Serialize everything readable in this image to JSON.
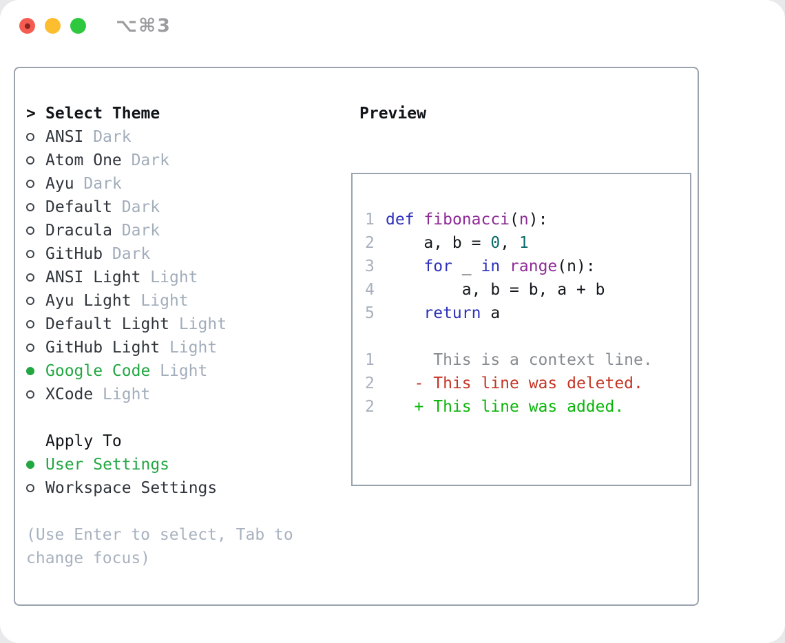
{
  "window": {
    "title": "⌥⌘3"
  },
  "colors": {
    "accent_green": "#23a743",
    "keyword": "#2d31ba",
    "function": "#8e2b96",
    "number": "#0e6b6b",
    "code_text": "#14171c",
    "line_number": "#a8b1bd",
    "context": "#878b8f",
    "deleted": "#c43425",
    "added": "#0ab50a",
    "traffic_red": "#f45c52",
    "traffic_red_dot": "#8e231b",
    "traffic_yellow": "#fcbd2f",
    "traffic_green": "#2dc83e"
  },
  "theme_panel": {
    "header": {
      "prefix": ">",
      "label": "Select Theme"
    },
    "items": [
      {
        "name": "ANSI",
        "variant": "Dark",
        "selected": false
      },
      {
        "name": "Atom One",
        "variant": "Dark",
        "selected": false
      },
      {
        "name": "Ayu",
        "variant": "Dark",
        "selected": false
      },
      {
        "name": "Default",
        "variant": "Dark",
        "selected": false
      },
      {
        "name": "Dracula",
        "variant": "Dark",
        "selected": false
      },
      {
        "name": "GitHub",
        "variant": "Dark",
        "selected": false
      },
      {
        "name": "ANSI Light",
        "variant": "Light",
        "selected": false
      },
      {
        "name": "Ayu Light",
        "variant": "Light",
        "selected": false
      },
      {
        "name": "Default Light",
        "variant": "Light",
        "selected": false
      },
      {
        "name": "GitHub Light",
        "variant": "Light",
        "selected": false
      },
      {
        "name": "Google Code",
        "variant": "Light",
        "selected": true
      },
      {
        "name": "XCode",
        "variant": "Light",
        "selected": false
      }
    ],
    "apply_to": {
      "label": "Apply To",
      "options": [
        {
          "label": "User Settings",
          "selected": true
        },
        {
          "label": "Workspace Settings",
          "selected": false
        }
      ]
    },
    "hint": [
      "(Use Enter to select, Tab to",
      "change focus)"
    ]
  },
  "preview": {
    "title": "Preview",
    "code_lines": [
      {
        "num": "1",
        "tokens": [
          {
            "t": "def",
            "c": "kw"
          },
          {
            "t": " ",
            "c": "pl"
          },
          {
            "t": "fibonacci",
            "c": "fn"
          },
          {
            "t": "(",
            "c": "pl"
          },
          {
            "t": "n",
            "c": "fn"
          },
          {
            "t": "):",
            "c": "pl"
          }
        ]
      },
      {
        "num": "2",
        "tokens": [
          {
            "t": "    a, b = ",
            "c": "pl"
          },
          {
            "t": "0",
            "c": "num"
          },
          {
            "t": ", ",
            "c": "pl"
          },
          {
            "t": "1",
            "c": "num"
          }
        ]
      },
      {
        "num": "3",
        "tokens": [
          {
            "t": "    ",
            "c": "pl"
          },
          {
            "t": "for",
            "c": "kw"
          },
          {
            "t": " _ ",
            "c": "pl"
          },
          {
            "t": "in",
            "c": "kw"
          },
          {
            "t": " ",
            "c": "pl"
          },
          {
            "t": "range",
            "c": "fn"
          },
          {
            "t": "(n):",
            "c": "pl"
          }
        ]
      },
      {
        "num": "4",
        "tokens": [
          {
            "t": "        a, b = b, a + b",
            "c": "pl"
          }
        ]
      },
      {
        "num": "5",
        "tokens": [
          {
            "t": "    ",
            "c": "pl"
          },
          {
            "t": "return",
            "c": "kw"
          },
          {
            "t": " a",
            "c": "pl"
          }
        ]
      },
      {
        "num": "",
        "tokens": []
      },
      {
        "num": "1",
        "tokens": [
          {
            "t": "     This is a context line.",
            "c": "ctx"
          }
        ]
      },
      {
        "num": "2",
        "tokens": [
          {
            "t": "   - This line was deleted.",
            "c": "del"
          }
        ]
      },
      {
        "num": "2",
        "tokens": [
          {
            "t": "   + This line was added.",
            "c": "add"
          }
        ]
      }
    ]
  }
}
